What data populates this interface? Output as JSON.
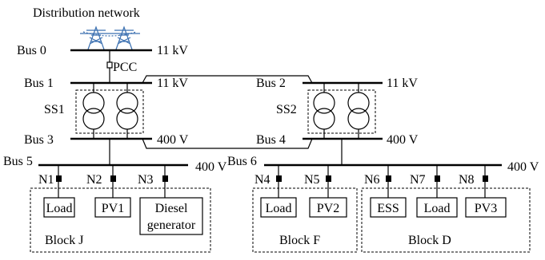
{
  "title": "Distribution network",
  "buses": {
    "bus0": "Bus 0",
    "bus1": "Bus 1",
    "bus2": "Bus 2",
    "bus3": "Bus 3",
    "bus4": "Bus 4",
    "bus5": "Bus 5",
    "bus6": "Bus 6"
  },
  "voltages": {
    "bus0": "11 kV",
    "bus1": "11 kV",
    "bus2": "11 kV",
    "bus3": "400 V",
    "bus4": "400 V",
    "bus5": "400 V",
    "bus6": "400 V"
  },
  "pcc": "PCC",
  "substations": {
    "ss1": "SS1",
    "ss2": "SS2"
  },
  "nodes": {
    "n1": "N1",
    "n2": "N2",
    "n3": "N3",
    "n4": "N4",
    "n5": "N5",
    "n6": "N6",
    "n7": "N7",
    "n8": "N8"
  },
  "devices": {
    "n1": "Load",
    "n2": "PV1",
    "n3_line1": "Diesel",
    "n3_line2": "generator",
    "n4": "Load",
    "n5": "PV2",
    "n6": "ESS",
    "n7": "Load",
    "n8": "PV3"
  },
  "blocks": {
    "j": "Block J",
    "f": "Block F",
    "d": "Block D"
  },
  "colors": {
    "line": "#000000",
    "tower": "#3a6fb0"
  }
}
